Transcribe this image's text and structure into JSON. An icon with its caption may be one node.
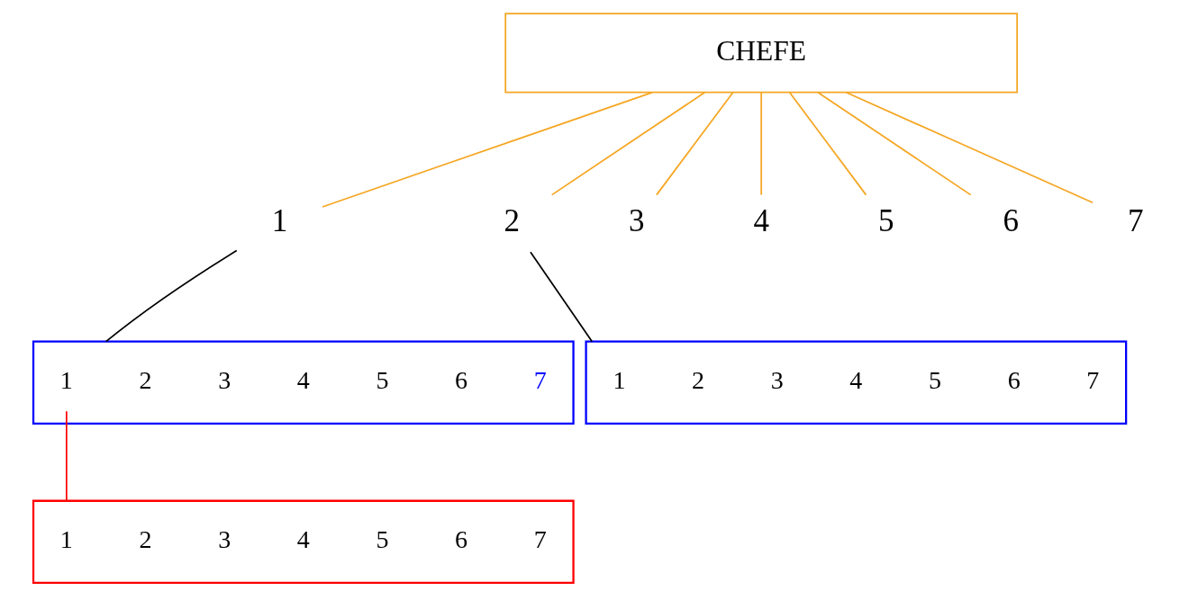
{
  "diagram": {
    "nodes": [
      {
        "text": [
          "CHEFE"
        ]
      },
      {
        "text": [
          "1"
        ]
      },
      {
        "text": [
          "2"
        ]
      },
      {
        "text": [
          "3"
        ]
      },
      {
        "text": [
          "4"
        ]
      },
      {
        "text": [
          "5"
        ]
      },
      {
        "text": [
          "6"
        ]
      },
      {
        "text": [
          "7"
        ]
      },
      {
        "text": [],
        "shape": "box"
      },
      {
        "text": [
          "1"
        ],
        "in": 8
      },
      {
        "text": [
          "2"
        ],
        "in": 8
      },
      {
        "text": [
          "3"
        ],
        "in": 8
      },
      {
        "text": [
          "4"
        ],
        "in": 8
      },
      {
        "text": [
          "5"
        ],
        "in": 8
      },
      {
        "text": [
          "6"
        ],
        "in": 8
      },
      {
        "text": [
          "7"
        ],
        "in": 8
      },
      {
        "text": [],
        "shape": "box"
      },
      {
        "text": [
          "1"
        ],
        "in": 16
      },
      {
        "text": [
          "2"
        ],
        "in": 16
      },
      {
        "text": [
          "3"
        ],
        "in": 16
      },
      {
        "text": [
          "4"
        ],
        "in": 16
      },
      {
        "text": [
          "5"
        ],
        "in": 16
      },
      {
        "text": [
          "6"
        ],
        "in": 16
      },
      {
        "text": [
          "7"
        ],
        "in": 16
      },
      {
        "text": [],
        "shape": "box"
      },
      {
        "text": [
          "1"
        ],
        "in": 24
      },
      {
        "text": [
          "2"
        ],
        "in": 24
      },
      {
        "text": [
          "3"
        ],
        "in": 24
      },
      {
        "text": [
          "4"
        ],
        "in": 24
      },
      {
        "text": [
          "5"
        ],
        "in": 24
      },
      {
        "text": [
          "6"
        ],
        "in": 24
      },
      {
        "text": [
          "7"
        ],
        "in": 24
      }
    ],
    "edges": [
      {
        "from": 0,
        "to": 1,
        "arrow": "none",
        "color": "#f5a623"
      },
      {
        "from": 0,
        "to": 2,
        "arrow": "none",
        "color": "#f5a623"
      },
      {
        "from": 0,
        "to": 3,
        "arrow": "none",
        "color": "#f5a623"
      },
      {
        "from": 0,
        "to": 4,
        "arrow": "none",
        "color": "#f5a623"
      },
      {
        "from": 0,
        "to": 5,
        "arrow": "none",
        "color": "#f5a623"
      },
      {
        "from": 0,
        "to": 6,
        "arrow": "none",
        "color": "#f5a623"
      },
      {
        "from": 0,
        "to": 7,
        "arrow": "none",
        "color": "#f5a623"
      },
      {
        "from": 1,
        "to": 8,
        "arrow": "none",
        "color": "#000000"
      },
      {
        "from": 2,
        "to": 16,
        "arrow": "none",
        "color": "#000000"
      },
      {
        "from": 9,
        "to": 24,
        "arrow": "none",
        "color": "#ff0000"
      }
    ]
  }
}
